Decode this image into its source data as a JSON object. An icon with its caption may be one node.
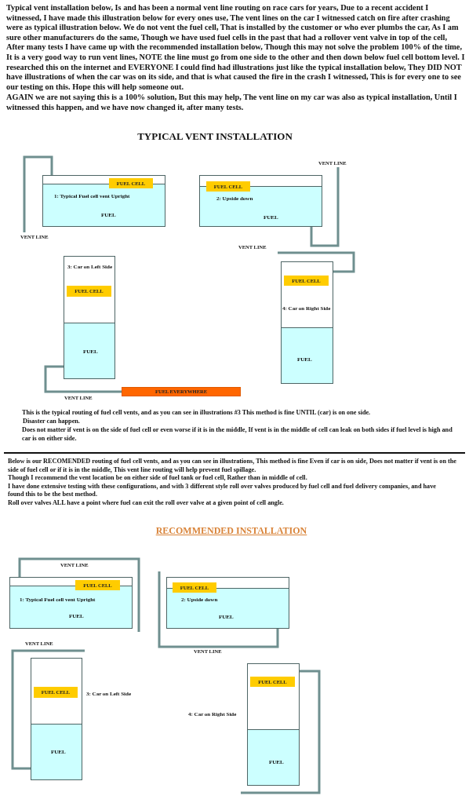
{
  "diagram": {
    "nodes": [
      {
        "text": [
          "1:  Typical Fuel cell vent Upright",
          "FUEL"
        ]
      },
      {
        "text": [
          "FUEL CELL"
        ],
        "in": 0
      },
      {
        "text": [
          "2:  Upside down",
          "FUEL"
        ]
      },
      {
        "text": [
          "FUEL CELL"
        ],
        "in": 2
      },
      {
        "text": [
          "3:  Car on Left Side",
          "FUEL"
        ]
      },
      {
        "text": [
          "FUEL CELL"
        ],
        "in": 4
      },
      {
        "text": [
          "4:  Car on Right Side",
          "FUEL"
        ]
      },
      {
        "text": [
          "FUEL CELL"
        ],
        "in": 6
      },
      {
        "text": [
          "FUEL EVERYWHERE"
        ]
      },
      {
        "text": [
          "1:  Typical Fuel cell vent Upright",
          "FUEL"
        ]
      },
      {
        "text": [
          "FUEL CELL"
        ],
        "in": 9
      },
      {
        "text": [
          "2:  Upside down",
          "FUEL"
        ]
      },
      {
        "text": [
          "FUEL CELL"
        ],
        "in": 11
      },
      {
        "text": [
          "FUEL"
        ],
        "beside": [
          "3:  Car on Left Side"
        ]
      },
      {
        "text": [
          "FUEL CELL"
        ],
        "in": 13
      },
      {
        "text": [
          "FUEL"
        ],
        "beside": [
          "4:  Car on Right Side"
        ]
      },
      {
        "text": [
          "FUEL CELL"
        ],
        "in": 15
      }
    ],
    "edges": [
      {
        "from": 4,
        "to": 8,
        "arrow": "none"
      }
    ],
    "labels": [
      "Typical vent installation below, Is and has been a normal vent line routing on race cars for years, Due to a recent accident I witnessed, I have made this illustration below for every ones use, The vent lines on the car I witnessed catch on fire after crashing were as typical illustration below. We do not vent the fuel cell, That is  installed by the customer or who ever plumbs the car, As I am sure other manufacturers do the same, Though we have used fuel cells in the past that had a rollover vent valve in top of the cell,  After many tests I have came up with the recommended installation below, Though this may not solve the problem 100% of the time, It is a very good way to run vent lines,  NOTE the line must go from one side to the other and then down below fuel cell bottom level.  I researched this on the internet and EVERYONE I could find had illustrations just like the typical installation below, They DID NOT have illustrations of when the car was on its side, and that is what caused the fire in the crash I witnessed,  This is for every one to see our testing on this. Hope this will help someone out.",
      "AGAIN we are not saying this is a 100% solution, But this may help,  The vent line on my car was also as typical installation, Until I witnessed this happen, and we have now changed it, after many tests.",
      "TYPICAL VENT INSTALLATION",
      "VENT LINE",
      "VENT LINE",
      "VENT LINE",
      "VENT LINE",
      "This is the typical routing of fuel cell vents, and as you can see in illustrations #3  This method is fine UNTIL  (car) is on one side.",
      "Disaster can happen.",
      "Does not matter  if vent is on the side of fuel cell or even worse if it is in the middle, If  vent is in the middle of cell can leak on both sides if fuel level is high and car is on either side.",
      "Below is our RECOMENDED routing of fuel cell vents, and as you can see in illustrations,  This method is fine Even if car is on side,  Does not matter  if vent is on the side of fuel cell or if it is in the middle,  This vent line routing will help prevent fuel spillage.",
      "Though I recommend the vent location be on either side of fuel tank or fuel cell, Rather than in middle of cell.",
      "I have done extensive testing with these configurations, and with 3 different style roll over valves produced by fuel cell and fuel delivery companies, and have found this to be the best method.",
      "Roll over valves ALL have a point where fuel can exit the roll over valve at a given point of cell angle.",
      "RECOMMENDED INSTALLATION",
      "VENT LINE",
      "VENT LINE",
      "VENT LINE"
    ]
  }
}
